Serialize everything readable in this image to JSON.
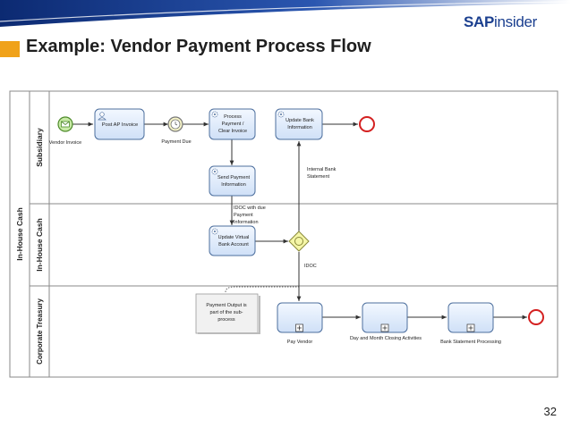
{
  "brand": {
    "bold": "SAP",
    "light": "insider"
  },
  "slide": {
    "title": "Example: Vendor Payment Process Flow",
    "page_number": "32"
  },
  "colors": {
    "accent": "#f0a21a",
    "brand": "#1b3f8f",
    "task_fill": "#dce9fb",
    "task_stroke": "#4d6f9e",
    "start_fill": "#c8eaa6",
    "end_stroke": "#d42020",
    "gateway_fill": "#f5f6a7"
  },
  "pool": {
    "name": "In-House Cash"
  },
  "lanes": [
    {
      "name": "Subsidiary"
    },
    {
      "name": "In-House Cash"
    },
    {
      "name": "Corporate Treasury"
    }
  ],
  "events": {
    "start": {
      "label": "Vendor Invoice",
      "icon": "envelope-icon"
    },
    "timer": {
      "label": "Payment Due",
      "icon": "timer-icon"
    }
  },
  "tasks": {
    "post_ap": {
      "line1": "Post AP Invoice"
    },
    "process_payment": {
      "line1": "Process",
      "line2": "Payment /",
      "line3": "Clear Invoice"
    },
    "update_bank": {
      "line1": "Update Bank",
      "line2": "Information"
    },
    "send_payment": {
      "line1": "Send Payment",
      "line2": "Information"
    },
    "update_virtual": {
      "line1": "Update Virtual",
      "line2": "Bank Account"
    },
    "pay_vendor": {
      "label": "Pay Vendor"
    },
    "day_month": {
      "label": "Day and Month Closing Activities"
    },
    "bank_statement": {
      "label": "Bank Statement Processing"
    }
  },
  "annotations": {
    "internal_bank": {
      "line1": "Internal Bank",
      "line2": "Statement"
    },
    "idoc_due": {
      "line1": "IDOC with due",
      "line2": "Payment",
      "line3": "Information"
    },
    "idoc": {
      "line1": "IDOC"
    },
    "note": {
      "line1": "Payment Output is",
      "line2": "part of the sub-",
      "line3": "process"
    }
  }
}
